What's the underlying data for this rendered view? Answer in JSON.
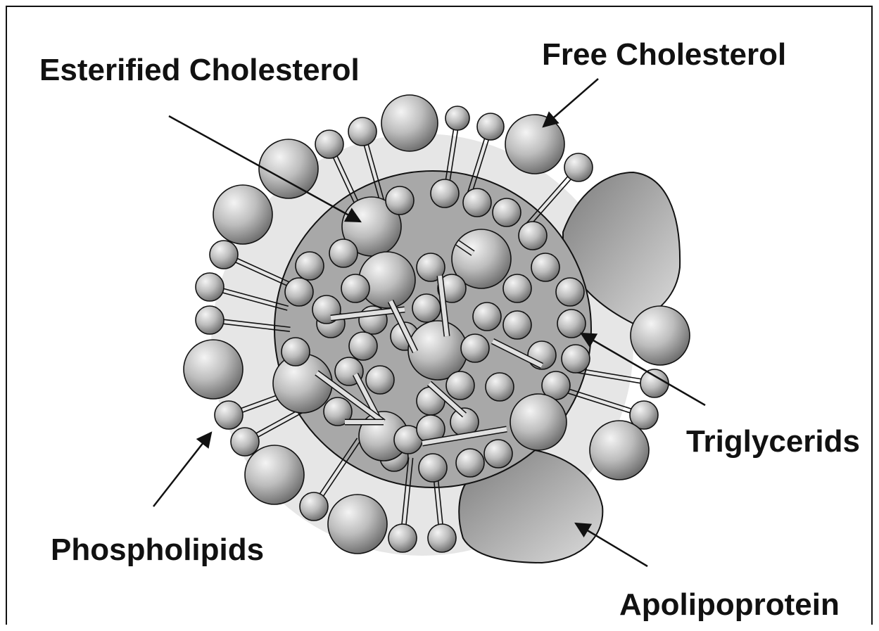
{
  "labels": {
    "esterified_cholesterol": "Esterified Cholesterol",
    "free_cholesterol": "Free Cholesterol",
    "triglycerids": "Triglycerids",
    "phospholipids": "Phospholipids",
    "apolipoprotein": "Apolipoprotein"
  },
  "colors": {
    "sphere_light": "#f0f0f0",
    "sphere_mid": "#b4b4b4",
    "sphere_dark": "#6e6e6e",
    "core": "#a9a9a9",
    "halo": "#e7e7e7",
    "protein_light": "#cfcfcf",
    "protein_dark": "#8a8a8a",
    "outline": "#111111"
  }
}
